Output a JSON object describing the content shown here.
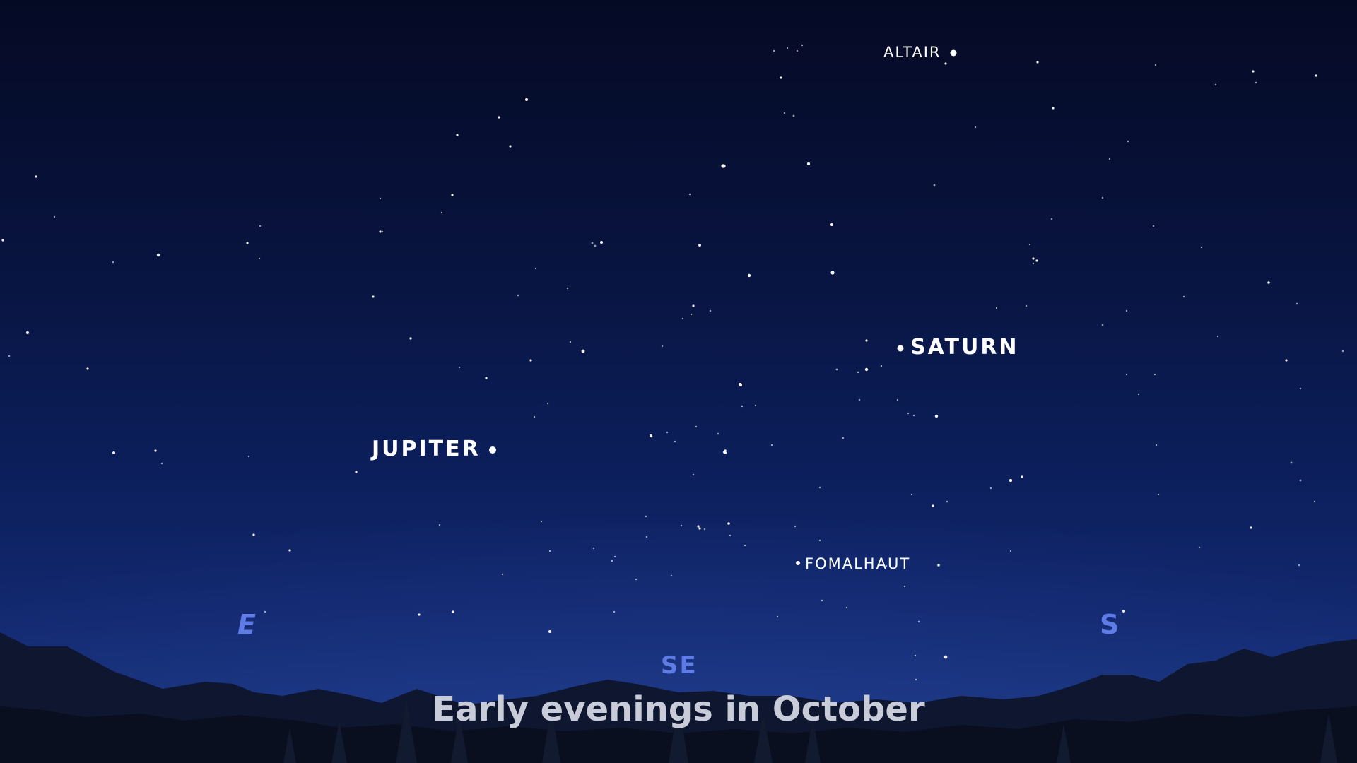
{
  "title": "Early evenings in October",
  "objects": {
    "altair": "ALTAIR",
    "saturn": "SATURN",
    "jupiter": "JUPITER",
    "fomalhaut": "FOMALHAUT"
  },
  "directions": {
    "east": "E",
    "southeast": "SE",
    "south": "S"
  },
  "colors": {
    "sky_top": "#050a24",
    "sky_horizon": "#1a3580",
    "direction_label": "#5f7be6",
    "caption": "#c8ccd8",
    "mountains": "#0b1020"
  }
}
